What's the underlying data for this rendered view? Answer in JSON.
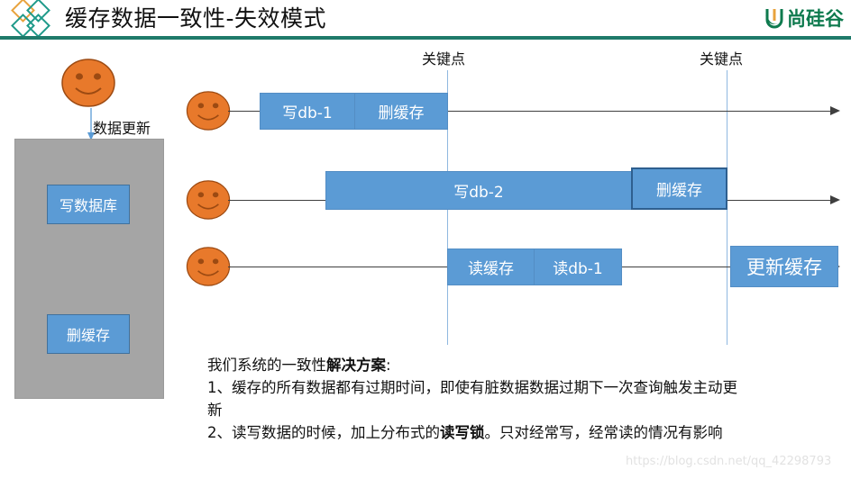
{
  "header": {
    "title": "缓存数据一致性-失效模式",
    "logo_left_name": "atguigu-diamond-logo",
    "logo_right_text": "尚硅谷",
    "accent_green": "#1f7a6a",
    "brand_green": "#0e7a4e",
    "rule_color": "#1f7a6a"
  },
  "colors": {
    "box_blue": "#5b9bd5",
    "box_blue_border": "#41719c",
    "gray_panel": "#a5a5a5",
    "smiley_orange": "#e8792b",
    "keyline_blue": "#8fb8e0"
  },
  "left_panel": {
    "update_label": "数据更新",
    "boxes": [
      {
        "label": "写数据库"
      },
      {
        "label": "删缓存"
      }
    ]
  },
  "key_points": [
    {
      "label": "关键点"
    },
    {
      "label": "关键点"
    }
  ],
  "timelines": [
    {
      "name": "thread-1",
      "boxes": [
        {
          "label": "写db-1"
        },
        {
          "label": "删缓存"
        }
      ]
    },
    {
      "name": "thread-2",
      "boxes": [
        {
          "label": "写db-2"
        },
        {
          "label": "删缓存"
        }
      ]
    },
    {
      "name": "thread-3",
      "boxes": [
        {
          "label": "读缓存"
        },
        {
          "label": "读db-1"
        },
        {
          "label": "更新缓存"
        }
      ]
    }
  ],
  "notes": {
    "line1_pre": "我们系统的一致性",
    "line1_bold": "解决方案",
    "line1_post": ":",
    "line2": "1、缓存的所有数据都有过期时间，即使有脏数据数据过期下一次查询触发主动更新",
    "line3_pre": " 2、读写数据的时候，加上分布式的",
    "line3_bold": "读写锁",
    "line3_post": "。只对经常写，经常读的情况有影响"
  },
  "watermark": "https://blog.csdn.net/qq_42298793"
}
